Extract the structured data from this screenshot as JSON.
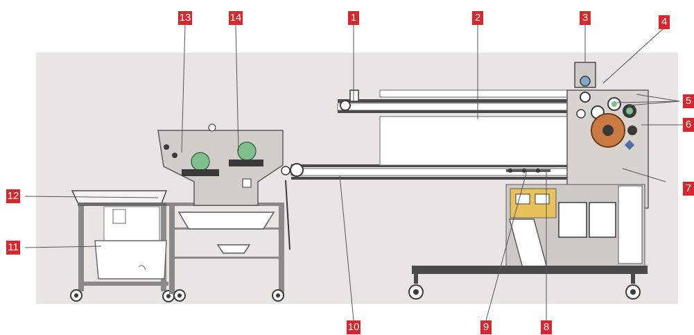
{
  "colors": {
    "background_panel": "#e9e5e3",
    "callout_red": "#d7262c",
    "callout_text": "#ffffff",
    "machine_steel": "#4a4a4a",
    "machine_body": "#cfc9c6",
    "roller_green": "#7fc08f",
    "drum_orange": "#cc7a43"
  },
  "callouts": [
    {
      "number": "1"
    },
    {
      "number": "2"
    },
    {
      "number": "3"
    },
    {
      "number": "4"
    },
    {
      "number": "5"
    },
    {
      "number": "6"
    },
    {
      "number": "7"
    },
    {
      "number": "8"
    },
    {
      "number": "9"
    },
    {
      "number": "10"
    },
    {
      "number": "11"
    },
    {
      "number": "12"
    },
    {
      "number": "13"
    },
    {
      "number": "14"
    }
  ]
}
